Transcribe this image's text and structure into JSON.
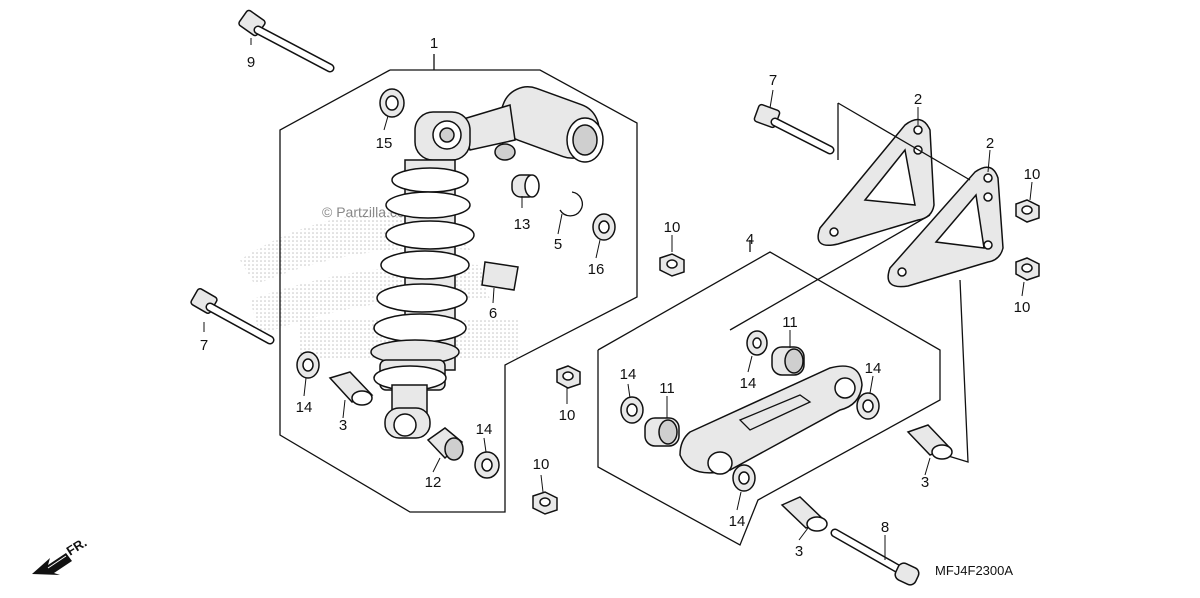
{
  "diagram": {
    "watermark": "© Partzilla.com",
    "code": "MFJ4F2300A",
    "front_label": "FR."
  },
  "callouts": {
    "c1": "1",
    "c2a": "2",
    "c2b": "2",
    "c3a": "3",
    "c3b": "3",
    "c3c": "3",
    "c4": "4",
    "c5": "5",
    "c6": "6",
    "c7a": "7",
    "c7b": "7",
    "c8": "8",
    "c9": "9",
    "c10a": "10",
    "c10b": "10",
    "c10c": "10",
    "c10d": "10",
    "c10e": "10",
    "c11a": "11",
    "c11b": "11",
    "c12": "12",
    "c13": "13",
    "c14a": "14",
    "c14b": "14",
    "c14c": "14",
    "c14d": "14",
    "c14e": "14",
    "c14f": "14",
    "c15": "15",
    "c16": "16"
  }
}
